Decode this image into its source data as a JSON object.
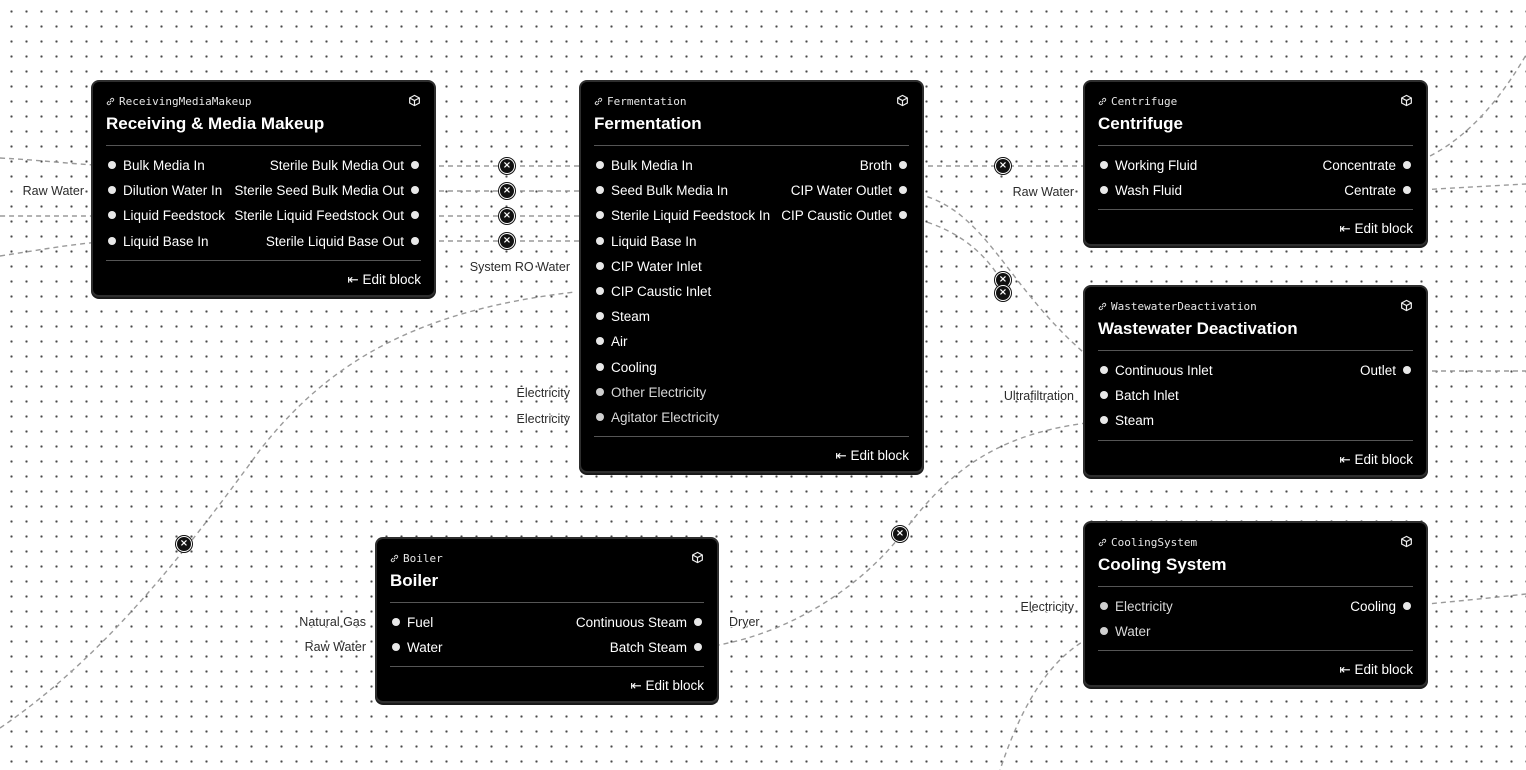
{
  "blocks": {
    "receiving": {
      "id": "ReceivingMediaMakeup",
      "title": "Receiving & Media Makeup",
      "inputs": [
        "Bulk Media In",
        "Dilution Water In",
        "Liquid Feedstock",
        "Liquid Base In"
      ],
      "outputs": [
        "Sterile Bulk Media Out",
        "Sterile Seed Bulk Media Out",
        "Sterile Liquid Feedstock Out",
        "Sterile Liquid Base Out"
      ],
      "edit_label": "Edit block"
    },
    "fermentation": {
      "id": "Fermentation",
      "title": "Fermentation",
      "inputs": [
        "Bulk Media In",
        "Seed Bulk Media In",
        "Sterile Liquid Feedstock In",
        "Liquid Base In",
        "CIP Water Inlet",
        "CIP Caustic Inlet",
        "Steam",
        "Air",
        "Cooling",
        "Other Electricity",
        "Agitator Electricity"
      ],
      "outputs": [
        "Broth",
        "CIP Water Outlet",
        "CIP Caustic Outlet"
      ],
      "edit_label": "Edit block"
    },
    "centrifuge": {
      "id": "Centrifuge",
      "title": "Centrifuge",
      "inputs": [
        "Working Fluid",
        "Wash Fluid"
      ],
      "outputs": [
        "Concentrate",
        "Centrate"
      ],
      "edit_label": "Edit block"
    },
    "wastewater": {
      "id": "WastewaterDeactivation",
      "title": "Wastewater Deactivation",
      "inputs": [
        "Continuous Inlet",
        "Batch Inlet",
        "Steam"
      ],
      "outputs": [
        "Outlet"
      ],
      "edit_label": "Edit block"
    },
    "boiler": {
      "id": "Boiler",
      "title": "Boiler",
      "inputs": [
        "Fuel",
        "Water"
      ],
      "outputs": [
        "Continuous Steam",
        "Batch Steam"
      ],
      "edit_label": "Edit block"
    },
    "cooling": {
      "id": "CoolingSystem",
      "title": "Cooling System",
      "inputs": [
        "Electricity",
        "Water"
      ],
      "outputs": [
        "Cooling"
      ],
      "edit_label": "Edit block"
    }
  },
  "external_labels": [
    "Raw Water",
    "System RO Water",
    "Electricity",
    "Electricity",
    "Raw Water",
    "Ultrafiltration",
    "Natural Gas",
    "Raw Water",
    "Dryer",
    "Electricity"
  ],
  "icons": {
    "block_link": "link-icon",
    "block_menu": "cube-icon",
    "edit": "arrow-left-to-bar-icon",
    "edge_remove": "close-circle-icon"
  },
  "colors": {
    "canvas_bg": "#ffffff",
    "grid_dot": "#4a4a4a",
    "block_bg": "#000000",
    "block_border": "#2e2e2e",
    "edge": "#9a9a9a"
  }
}
